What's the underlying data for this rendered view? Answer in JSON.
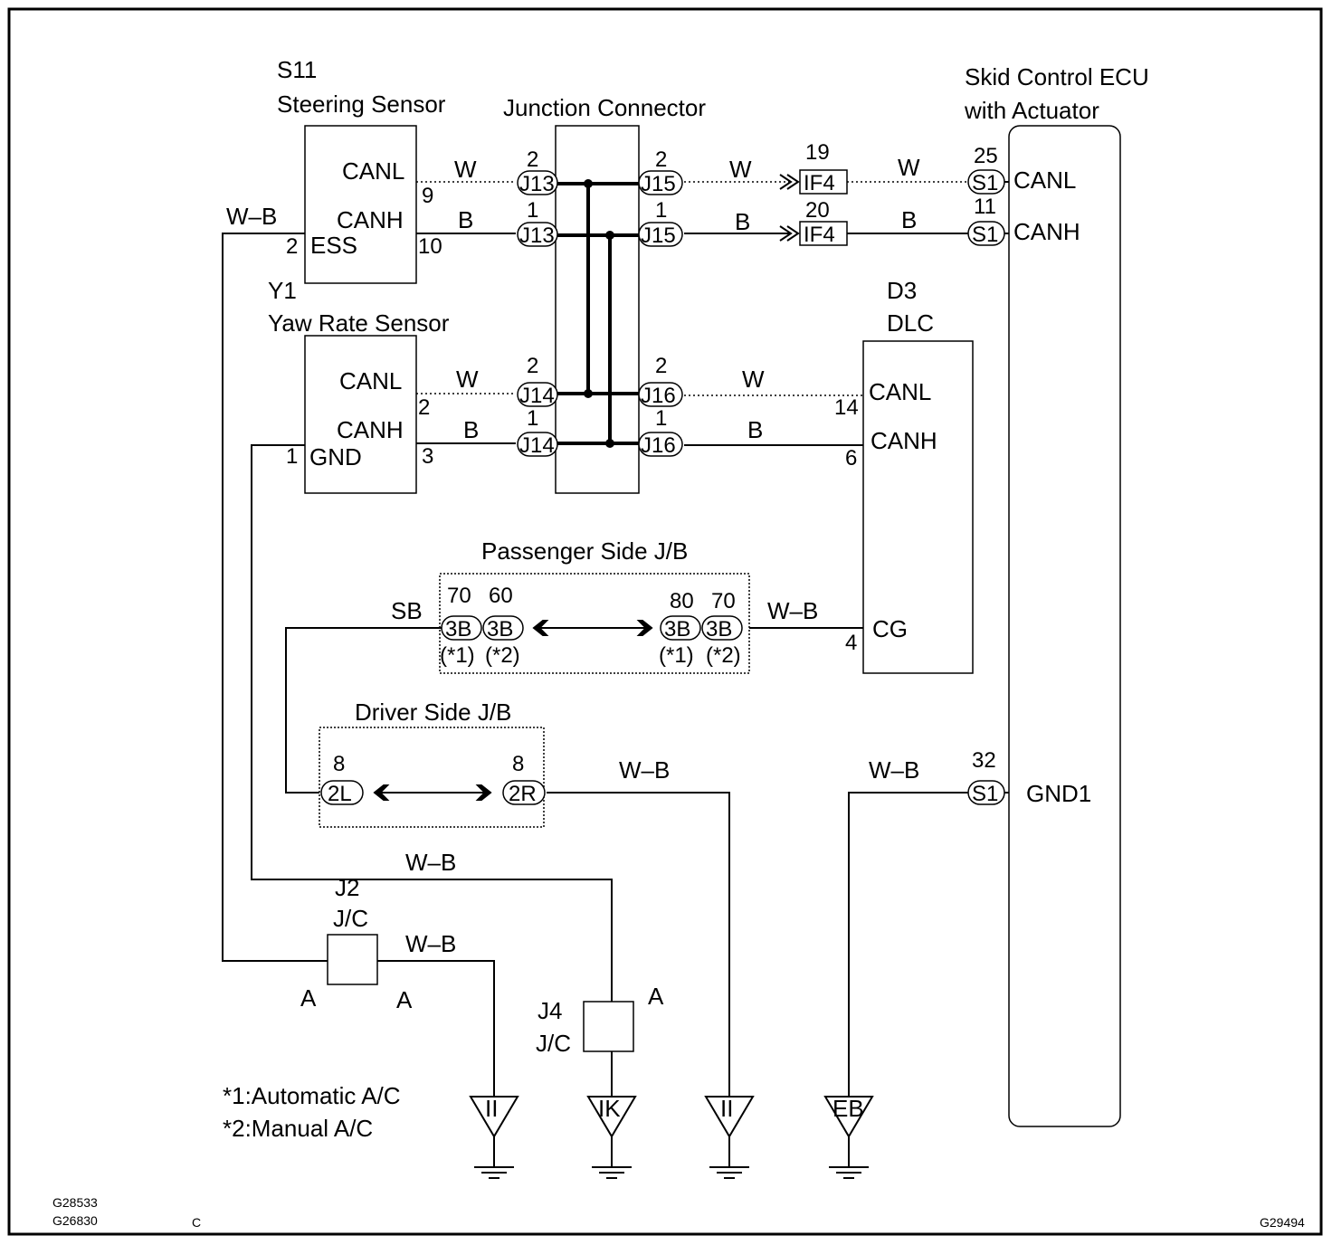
{
  "components": {
    "steering_sensor": {
      "code": "S11",
      "name": "Steering Sensor",
      "pin_canl": "CANL",
      "pin_canh": "CANH",
      "pin_ess": "ESS",
      "pin_num_9": "9",
      "pin_num_10": "10",
      "pin_num_2": "2"
    },
    "yaw_rate_sensor": {
      "code": "Y1",
      "name": "Yaw Rate Sensor",
      "pin_canl": "CANL",
      "pin_canh": "CANH",
      "pin_gnd": "GND",
      "pin_num_2": "2",
      "pin_num_3": "3",
      "pin_num_1": "1"
    },
    "junction_connector": {
      "name": "Junction Connector"
    },
    "skid_ecu": {
      "name_line1": "Skid Control ECU",
      "name_line2": "with Actuator",
      "pin_canl": "CANL",
      "pin_canh": "CANH",
      "pin_gnd1": "GND1"
    },
    "dlc": {
      "code": "D3",
      "name": "DLC",
      "pin_canl": "CANL",
      "pin_canh": "CANH",
      "pin_cg": "CG",
      "num_14": "14",
      "num_6": "6",
      "num_4": "4"
    },
    "passenger_jb": {
      "name": "Passenger Side J/B"
    },
    "driver_jb": {
      "name": "Driver Side J/B"
    },
    "j2": {
      "code": "J2",
      "name": "J/C",
      "label_a_left": "A",
      "label_a_right": "A"
    },
    "j4": {
      "code": "J4",
      "name": "J/C",
      "label_a": "A"
    }
  },
  "connectors": {
    "j13_top": {
      "id": "J13",
      "pin": "2"
    },
    "j13_bot": {
      "id": "J13",
      "pin": "1"
    },
    "j15_top": {
      "id": "J15",
      "pin": "2"
    },
    "j15_bot": {
      "id": "J15",
      "pin": "1"
    },
    "j14_top": {
      "id": "J14",
      "pin": "2"
    },
    "j14_bot": {
      "id": "J14",
      "pin": "1"
    },
    "j16_top": {
      "id": "J16",
      "pin": "2"
    },
    "j16_bot": {
      "id": "J16",
      "pin": "1"
    },
    "if4_top": {
      "id": "IF4",
      "pin": "19"
    },
    "if4_bot": {
      "id": "IF4",
      "pin": "20"
    },
    "s1_canl": {
      "id": "S1",
      "pin": "25"
    },
    "s1_canh": {
      "id": "S1",
      "pin": "11"
    },
    "s1_gnd": {
      "id": "S1",
      "pin": "32"
    },
    "pjb_1": {
      "id": "3B",
      "pin": "70",
      "note": "(*1)"
    },
    "pjb_2": {
      "id": "3B",
      "pin": "60",
      "note": "(*2)"
    },
    "pjb_3": {
      "id": "3B",
      "pin": "80",
      "note": "(*1)"
    },
    "pjb_4": {
      "id": "3B",
      "pin": "70",
      "note": "(*2)"
    },
    "djb_l": {
      "id": "2L",
      "pin": "8"
    },
    "djb_r": {
      "id": "2R",
      "pin": "8"
    }
  },
  "wire_colors": {
    "wb_ess": "W–B",
    "w_ss": "W",
    "b_ss": "B",
    "w_j15": "W",
    "b_j15": "B",
    "w_if4": "W",
    "b_if4": "B",
    "w_yaw": "W",
    "b_yaw": "B",
    "w_j16": "W",
    "b_j16": "B",
    "sb": "SB",
    "wb_cg": "W–B",
    "wb_djb": "W–B",
    "wb_ecu": "W–B",
    "wb_gnd": "W–B",
    "wb_j2": "W–B"
  },
  "grounds": [
    "II",
    "IK",
    "II",
    "EB"
  ],
  "notes": {
    "n1": "*1:Automatic A/C",
    "n2": "*2:Manual A/C"
  },
  "figure_codes": {
    "left1": "G28533",
    "left2": "G26830",
    "c": "C",
    "right": "G29494"
  }
}
